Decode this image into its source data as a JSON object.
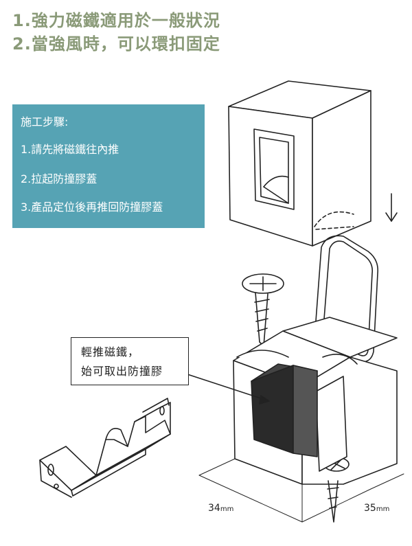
{
  "headline": {
    "line1": "1.強力磁鐵適用於一般狀況",
    "line2": "2.當強風時，可以環扣固定"
  },
  "steps": {
    "title": "施工步驟:",
    "items": [
      "1.請先將磁鐵往內推",
      "2.拉起防撞膠蓋",
      "3.產品定位後再推回防撞膠蓋"
    ]
  },
  "callout": {
    "line1": "輕推磁鐵，",
    "line2": "始可取出防撞膠"
  },
  "dimensions": {
    "width_value": "34",
    "depth_value": "35",
    "unit": "mm"
  },
  "colors": {
    "headline": "#8a9a78",
    "steps_box": "#56a3b4",
    "magnet": "#2a2a2a"
  }
}
